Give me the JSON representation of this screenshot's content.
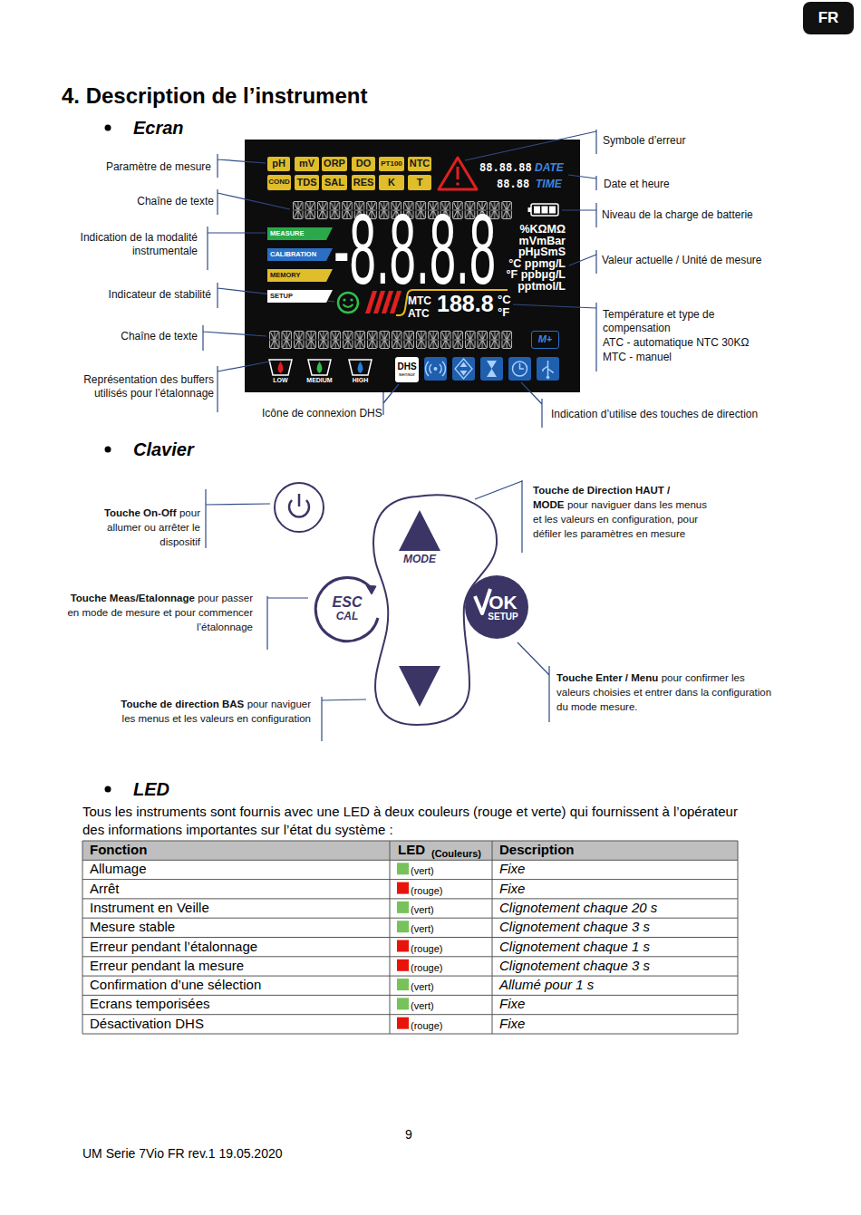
{
  "diagram": {
    "title": "4. Description de l’instrument",
    "nodes": [
      {
        "text": [
          "FR"
        ]
      },
      {
        "text": [
          "88.88.88",
          "DATE",
          "88.88",
          "TIME",
          "-8.8.8.8",
          "%KΩMΩ",
          "mVmBar",
          "pHμSmS",
          "°C ppmg/L",
          "°F ppbμg/L",
          "pptmol/L",
          "MTC",
          "ATC",
          "188.8",
          "°C",
          "°F",
          "LOW",
          "MEDIUM",
          "HIGH"
        ]
      },
      {
        "text": [
          "pH"
        ],
        "in": 1
      },
      {
        "text": [
          "mV"
        ],
        "in": 1
      },
      {
        "text": [
          "ORP"
        ],
        "in": 1
      },
      {
        "text": [
          "DO"
        ],
        "in": 1
      },
      {
        "text": [
          "PT100"
        ],
        "in": 1
      },
      {
        "text": [
          "NTC"
        ],
        "in": 1
      },
      {
        "text": [
          "COND"
        ],
        "in": 1
      },
      {
        "text": [
          "TDS"
        ],
        "in": 1
      },
      {
        "text": [
          "SAL"
        ],
        "in": 1
      },
      {
        "text": [
          "RES"
        ],
        "in": 1
      },
      {
        "text": [
          "K"
        ],
        "in": 1
      },
      {
        "text": [
          "T"
        ],
        "in": 1
      },
      {
        "text": [
          "MEASURE"
        ],
        "in": 1
      },
      {
        "text": [
          "CALIBRATION"
        ],
        "in": 1
      },
      {
        "text": [
          "MEMORY"
        ],
        "in": 1
      },
      {
        "text": [
          "SETUP"
        ],
        "in": 1
      },
      {
        "text": [
          "DHS",
          "sensor"
        ],
        "in": 1
      },
      {
        "text": [
          "M+"
        ],
        "in": 1
      },
      {
        "text": [
          "MODE"
        ]
      },
      {
        "text": [
          "ESC",
          "CAL"
        ]
      },
      {
        "text": [
          "OK",
          "SETUP"
        ]
      }
    ],
    "labels": [
      "Paramètre de mesure",
      "Chaîne de texte",
      "Indication de la modalité instrumentale",
      "Indicateur de stabilité",
      "Chaîne de texte",
      "Représentation des buffers utilisés pour l’étalonnage",
      "Icône de connexion DHS",
      "Symbole d’erreur",
      "Date et heure",
      "Niveau de la charge de batterie",
      "Valeur actuelle / Unité de mesure",
      "Température et type de compensation",
      "ATC - automatique NTC 30KΩ",
      "MTC - manuel",
      "Indication d’utilise des touches de direction",
      "Ecran",
      "Clavier",
      "Touche On-Off",
      "pour allumer ou arrêter le dispositif",
      "Touche de Direction HAUT / MODE",
      "pour naviguer dans les menus et les valeurs en configuration, pour défiler les paramètres en mesure",
      "Touche Meas/Etalonnage",
      "pour passer en mode de mesure et pour commencer l’étalonnage",
      "Touche Enter / Menu",
      "pour confirmer les valeurs choisies et entrer dans la configuration du mode mesure.",
      "Touche de direction BAS",
      "pour naviguer les menus et les valeurs en configuration",
      "LED",
      "Tous les instruments sont fournis avec une LED à deux couleurs (rouge et verte) qui fournissent à l’opérateur des informations importantes sur l’état du système :",
      "Fonction",
      "LED",
      "(Couleurs)",
      "Description",
      "Allumage",
      "(vert)",
      "Fixe",
      "Arrêt",
      "(rouge)",
      "Fixe",
      "Instrument en Veille",
      "(vert)",
      "Clignotement chaque 20 s",
      "Mesure stable",
      "(vert)",
      "Clignotement chaque 3 s",
      "Erreur pendant l’étalonnage",
      "(rouge)",
      "Clignotement chaque 1 s",
      "Erreur pendant la mesure",
      "(rouge)",
      "Clignotement chaque 3 s",
      "Confirmation d’une sélection",
      "(vert)",
      "Allumé pour 1 s",
      "Ecrans temporisées",
      "(vert)",
      "Fixe",
      "Désactivation DHS",
      "(rouge)",
      "Fixe",
      "9",
      "UM Serie 7Vio FR rev.1 19.05.2020"
    ]
  }
}
